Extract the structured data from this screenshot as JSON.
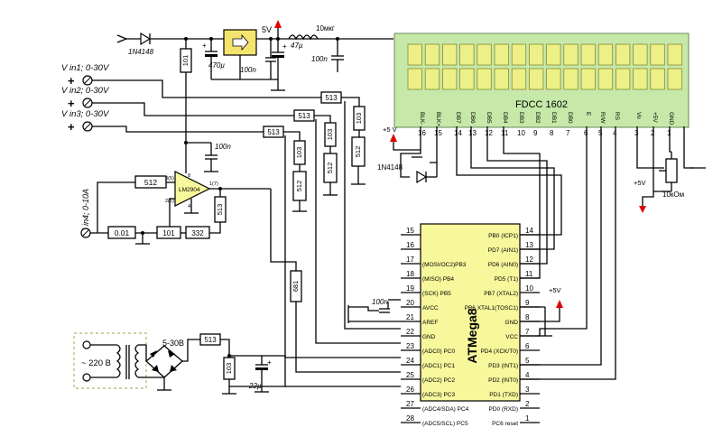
{
  "lcd": {
    "title": "FDCC 1602",
    "pins": [
      {
        "label": "BLK-",
        "num": "16"
      },
      {
        "label": "BLK+",
        "num": "15"
      },
      {
        "label": "DB7",
        "num": "14"
      },
      {
        "label": "DB6",
        "num": "13"
      },
      {
        "label": "DB5",
        "num": "12"
      },
      {
        "label": "DB4",
        "num": "11"
      },
      {
        "label": "DB3",
        "num": "10"
      },
      {
        "label": "DB2",
        "num": "9"
      },
      {
        "label": "DB1",
        "num": "8"
      },
      {
        "label": "DB0",
        "num": "7"
      },
      {
        "label": "E",
        "num": "6"
      },
      {
        "label": "R/W",
        "num": "5"
      },
      {
        "label": "RS",
        "num": "4"
      },
      {
        "label": "Vo",
        "num": "3"
      },
      {
        "label": "+5V",
        "num": "2"
      },
      {
        "label": "GND",
        "num": "1"
      }
    ]
  },
  "mcu": {
    "name": "ATMega8",
    "left_pins": [
      {
        "num": "15",
        "label": ""
      },
      {
        "num": "16",
        "label": ""
      },
      {
        "num": "17",
        "label": "(MOSI/OC2)PB3"
      },
      {
        "num": "18",
        "label": "(MISO) PB4"
      },
      {
        "num": "19",
        "label": "(SCK) PB5"
      },
      {
        "num": "20",
        "label": "AVCC"
      },
      {
        "num": "21",
        "label": "AREF"
      },
      {
        "num": "22",
        "label": "GND"
      },
      {
        "num": "23",
        "label": "(ADC0) PC0"
      },
      {
        "num": "24",
        "label": "(ADC1) PC1"
      },
      {
        "num": "25",
        "label": "(ADC2) PC2"
      },
      {
        "num": "26",
        "label": "(ADC3) PC3"
      },
      {
        "num": "27",
        "label": "(ADC4/SDA) PC4"
      },
      {
        "num": "28",
        "label": "(ADC5/SCL) PC5"
      }
    ],
    "right_pins": [
      {
        "num": "14",
        "label": "PB0 (ICP1)"
      },
      {
        "num": "13",
        "label": "PD7 (AIN1)"
      },
      {
        "num": "12",
        "label": "PD6 (AIN0)"
      },
      {
        "num": "11",
        "label": "PD5 (T1)"
      },
      {
        "num": "10",
        "label": "PB7 (XTAL2)"
      },
      {
        "num": "9",
        "label": "PB6 XTAL1(TOSC1)"
      },
      {
        "num": "8",
        "label": "GND"
      },
      {
        "num": "7",
        "label": "VCC"
      },
      {
        "num": "6",
        "label": "PD4 (XCK/T0)"
      },
      {
        "num": "5",
        "label": "PD3 (INT1)"
      },
      {
        "num": "4",
        "label": "PD2 (INT0)"
      },
      {
        "num": "3",
        "label": "PD1 (TXD)"
      },
      {
        "num": "2",
        "label": "PD0 (RXD)"
      },
      {
        "num": "1",
        "label": "PC6 reset"
      }
    ]
  },
  "inputs": {
    "vin1": "V in1; 0-30V",
    "vin2": "V in2; 0-30V",
    "vin3": "V in3; 0-30V",
    "iin4": "I in4; 0-10A",
    "plus": "+"
  },
  "components": {
    "diode_top": "1N4148",
    "diode_lcd": "1N4148",
    "cap_470": "470µ",
    "cap_100n_reg": "100n",
    "cap_47": "47µ",
    "cap_100n_top": "100n",
    "inductor": "10мкг",
    "v5_top": "5V",
    "r_101_top": "101",
    "r_513_a": "513",
    "r_513_b": "513",
    "r_513_c": "513",
    "r_103_a": "103",
    "r_103_b": "103",
    "r_103_c": "103",
    "r_512_a": "512",
    "r_512_b": "512",
    "r_512_c": "512",
    "cap_100n_mid": "100n",
    "r_512_opamp": "512",
    "opamp": "LM2904",
    "opamp_p3": "3(5)",
    "opamp_p2": "2(6)",
    "opamp_p1": "1(7)",
    "opamp_p8": "8",
    "opamp_p4": "4",
    "shunt": "0.01",
    "r_101_fb": "101",
    "r_332": "332",
    "r_513_out": "513",
    "r_681": "681",
    "cap_100n_aref": "100n",
    "v5_lcd": "+5 V",
    "v5_mcu": "+5V",
    "v5_pot": "+5V",
    "pot": "10кОм",
    "mains": "~ 220 В",
    "trans_out": "5-30В",
    "r_513_psu": "513",
    "r_103_psu": "103",
    "cap_22": "22µ"
  },
  "colors": {
    "lcd_body": "#c6e8a8",
    "lcd_cell": "#ecf086",
    "chip_body": "#f7f79c",
    "regulator": "#f4e46e",
    "supply_arrow": "#e00000",
    "wire": "#000000",
    "trafo_box": "#b7b16a"
  }
}
